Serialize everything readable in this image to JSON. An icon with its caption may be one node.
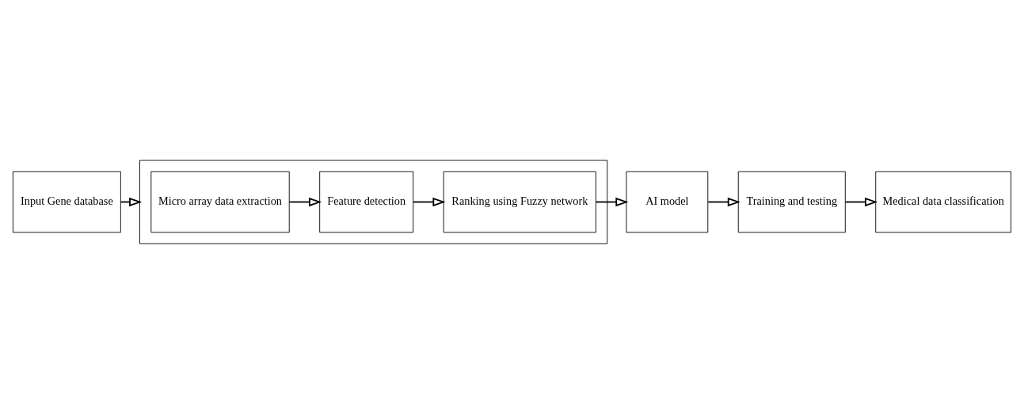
{
  "diagram": {
    "nodes": [
      {
        "text": [
          "Input Gene database"
        ]
      },
      {
        "text": [],
        "shape": "box"
      },
      {
        "text": [
          "Micro array data extraction"
        ],
        "in": 1
      },
      {
        "text": [
          "Feature detection"
        ],
        "in": 1
      },
      {
        "text": [
          "Ranking using Fuzzy network"
        ],
        "in": 1
      },
      {
        "text": [
          "AI model"
        ]
      },
      {
        "text": [
          "Training and testing"
        ]
      },
      {
        "text": [
          "Medical data classification"
        ]
      }
    ],
    "edges": [
      {
        "from": 0,
        "to": 1,
        "arrow": "to"
      },
      {
        "from": 2,
        "to": 3,
        "arrow": "to"
      },
      {
        "from": 3,
        "to": 4,
        "arrow": "to"
      },
      {
        "from": 4,
        "to": 5,
        "arrow": "to"
      },
      {
        "from": 5,
        "to": 6,
        "arrow": "to"
      },
      {
        "from": 6,
        "to": 7,
        "arrow": "to"
      }
    ]
  }
}
